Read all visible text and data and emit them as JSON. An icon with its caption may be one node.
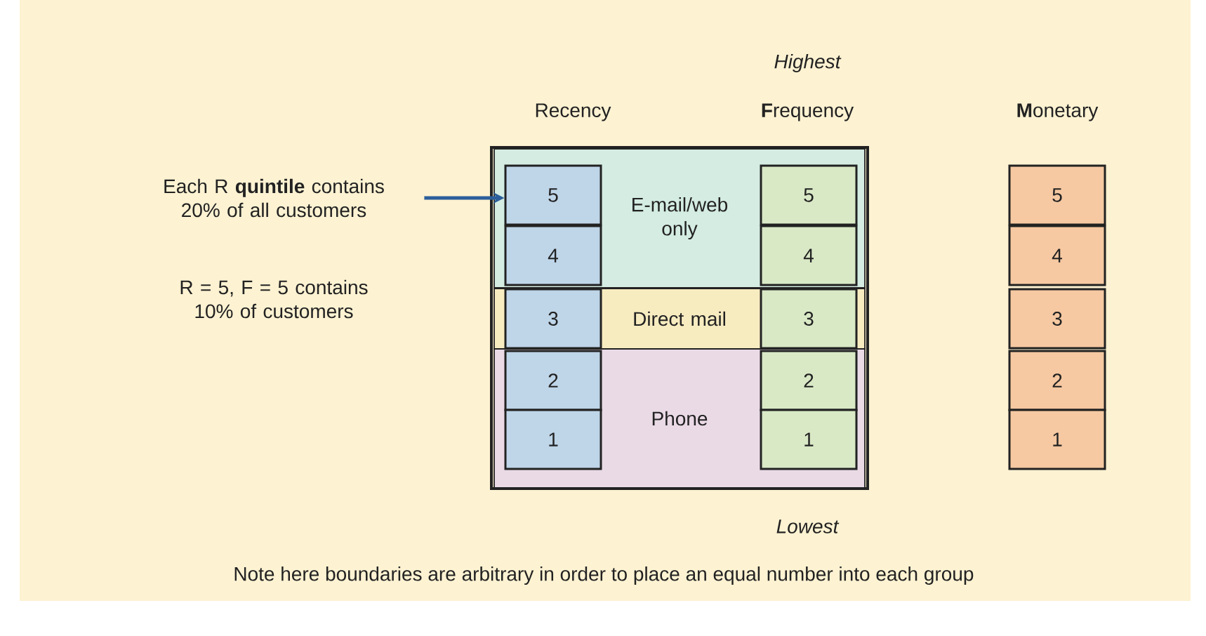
{
  "diagram": {
    "nodes": [
      {
        "text": [
          "Each R **quintile** contains 20% of all customers"
        ]
      },
      {
        "text": [],
        "shape": "box"
      },
      {
        "text": [
          "E-mail/web only"
        ],
        "in": 1
      },
      {
        "text": [
          "Direct mail"
        ],
        "in": 1
      },
      {
        "text": [
          "Phone"
        ],
        "in": 1
      },
      {
        "text": [
          "5"
        ],
        "in": 2
      },
      {
        "text": [
          "4"
        ],
        "in": 2
      },
      {
        "text": [
          "3"
        ],
        "in": 3
      },
      {
        "text": [
          "2"
        ],
        "in": 4
      },
      {
        "text": [
          "1"
        ],
        "in": 4
      },
      {
        "text": [
          "5"
        ],
        "in": 2
      },
      {
        "text": [
          "4"
        ],
        "in": 2
      },
      {
        "text": [
          "3"
        ],
        "in": 3
      },
      {
        "text": [
          "2"
        ],
        "in": 4
      },
      {
        "text": [
          "1"
        ],
        "in": 4
      },
      {
        "text": [
          "5"
        ]
      },
      {
        "text": [
          "4"
        ]
      },
      {
        "text": [
          "3"
        ]
      },
      {
        "text": [
          "2"
        ]
      },
      {
        "text": [
          "1"
        ]
      }
    ],
    "edges": [
      {
        "from": 0,
        "to": 5,
        "arrow": "to"
      }
    ],
    "labels": [
      "Highest",
      "Recency",
      "**F**requency",
      "**M**onetary",
      "R = 5, F = 5 contains 10% of customers",
      "Lowest",
      "Note here boundaries are arbitrary in order to place an equal number into each group"
    ]
  }
}
